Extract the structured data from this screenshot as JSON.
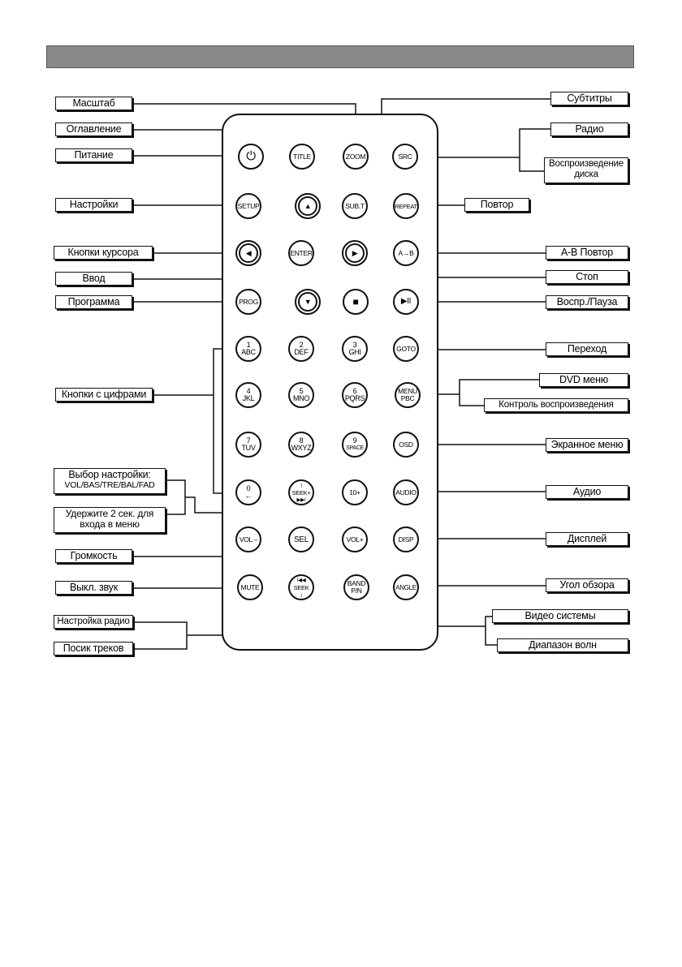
{
  "labels": {
    "zoom_label": "Масштаб",
    "title_label": "Оглавление",
    "power_label": "Питание",
    "setup_label": "Настройки",
    "cursor_label": "Кнопки курсора",
    "enter_label": "Ввод",
    "program_label": "Программа",
    "digits_label": "Кнопки с цифрами",
    "sel_choice_line1": "Выбор настройки:",
    "sel_choice_line2": "VOL/BAS/TRE/BAL/FAD",
    "sel_hold_line1": "Удержите 2 сек. для",
    "sel_hold_line2": "входа в меню",
    "volume_label": "Громкость",
    "mute_label": "Выкл. звук",
    "radio_tune_label": "Настройка радио",
    "track_search_label": "Посик треков",
    "subtitle_label": "Субтитры",
    "radio_label": "Радио",
    "disc_play_line1": "Воспроизведение",
    "disc_play_line2": "диска",
    "repeat_label": "Повтор",
    "ab_label": "A-B  Повтор",
    "stop_label": "Стоп",
    "play_pause_label": "Воспр./Пауза",
    "goto_label": "Переход",
    "dvd_menu_label": "DVD меню",
    "pbc_label": "Контроль воспроизведения",
    "osd_label": "Экранное меню",
    "audio_label": "Аудио",
    "display_label": "Дисплей",
    "angle_label": "Угол обзора",
    "video_system_label": "Видео системы",
    "band_label": "Диапазон волн"
  },
  "buttons": {
    "title": "TITLE",
    "zoom": "ZOOM",
    "src": "SRC",
    "setup": "SETUP",
    "subt": "SUB.T",
    "repeat": "REPEAT",
    "enter": "ENTER",
    "ab": "A→B",
    "prog": "PROG",
    "goto": "GOTO",
    "d1": "1",
    "d1s": "ABC",
    "d2": "2",
    "d2s": "DEF",
    "d3": "3",
    "d3s": "GHI",
    "d4": "4",
    "d4s": "JKL",
    "d5": "5",
    "d5s": "MNO",
    "d6": "6",
    "d6s": "PQRS",
    "menu": "MENU",
    "pbc": "PBC",
    "d7": "7",
    "d7s": "TUV",
    "d8": "8",
    "d8s": "WXYZ",
    "d9": "9",
    "d9s": "SPACE",
    "osd": "OSD",
    "d0": "0",
    "d0s": "←",
    "seekp": "SEEK+",
    "tenplus": "10+",
    "audio": "AUDIO",
    "volm": "VOL –",
    "sel": "SEL",
    "volp": "VOL+",
    "disp": "DISP",
    "mute": "MUTE",
    "seekm": "SEEK",
    "band": "BAND",
    "pn": "P/N",
    "angle": "ANGLE"
  },
  "icons": {
    "power": "⏻",
    "up": "▲",
    "down": "▼",
    "left": "◀",
    "right": "▶",
    "stop": "■",
    "playpause": "▶II",
    "next": "▶▶I",
    "prev": "I◀◀",
    "arrow_up": "↑",
    "arrow_down": "↓"
  }
}
